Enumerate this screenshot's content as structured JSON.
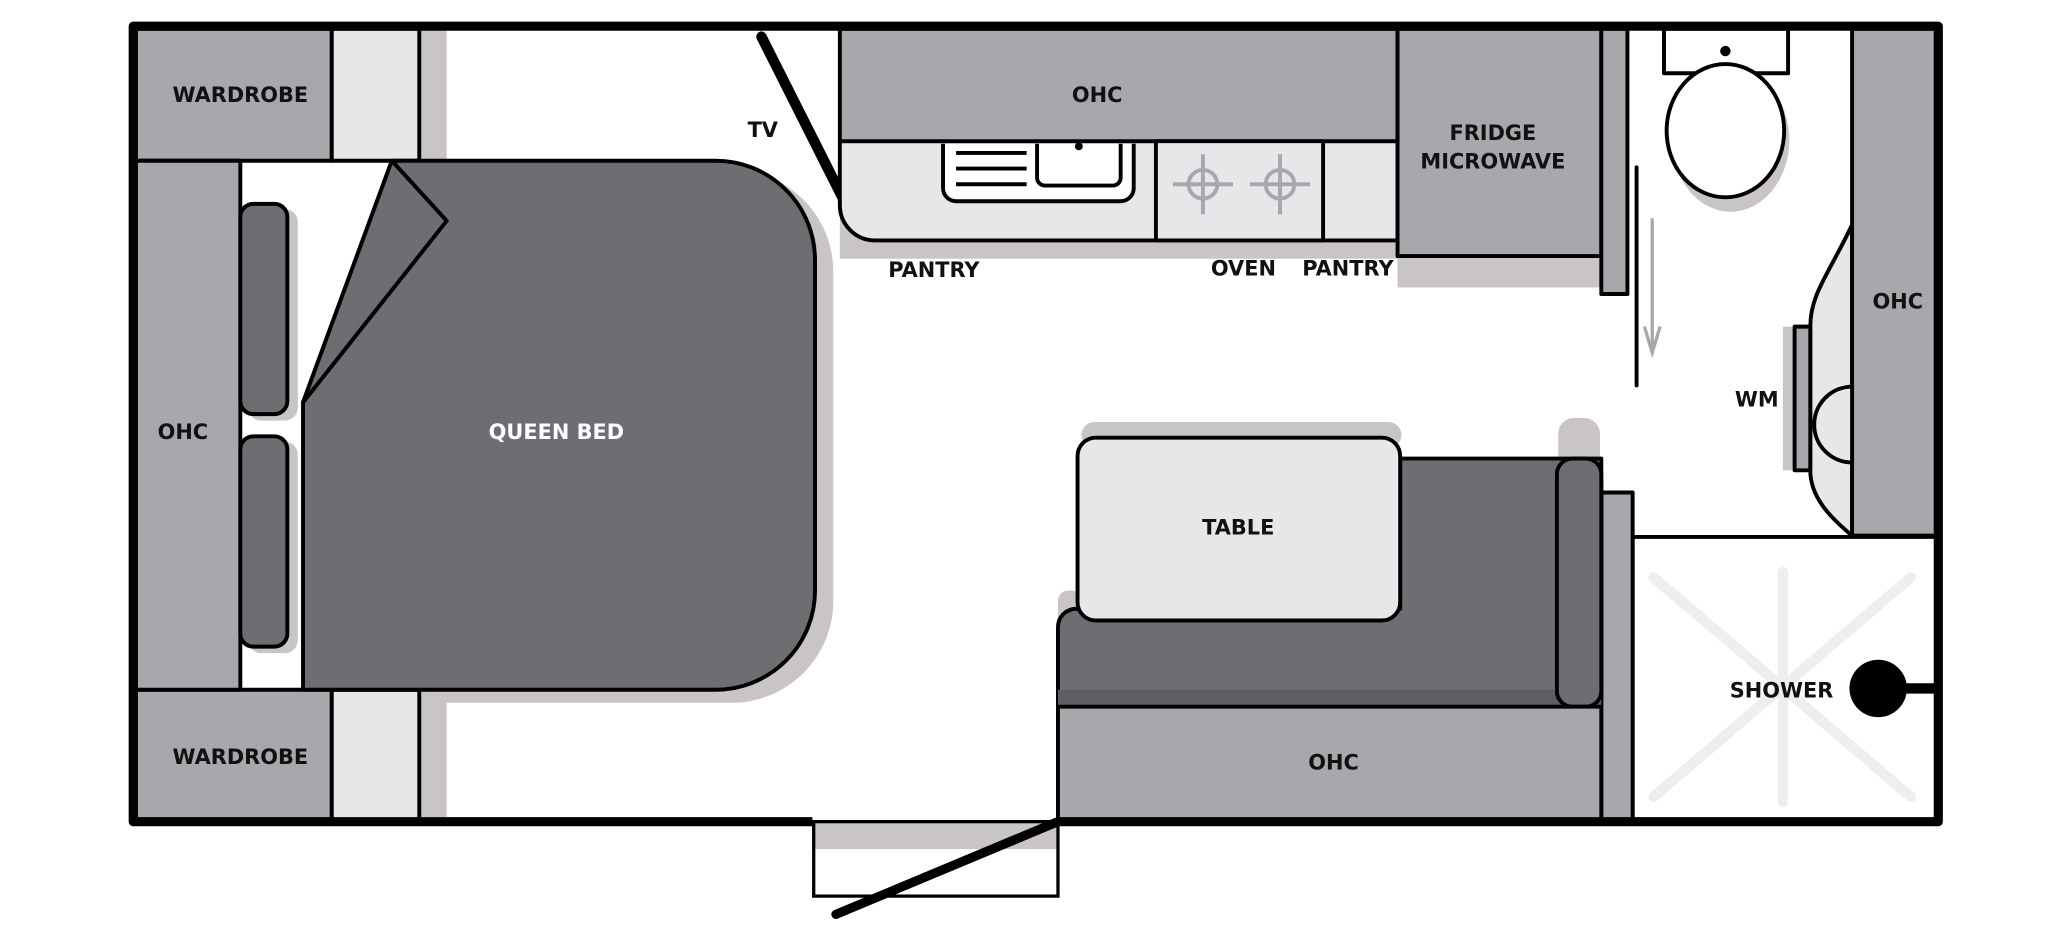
{
  "floorplan": {
    "labels": {
      "wardrobe_top": "WARDROBE",
      "wardrobe_bottom": "WARDROBE",
      "ohc_left": "OHC",
      "ohc_kitchen": "OHC",
      "ohc_right": "OHC",
      "ohc_dinette": "OHC",
      "tv": "TV",
      "queen_bed": "QUEEN BED",
      "pantry_left": "PANTRY",
      "oven": "OVEN",
      "pantry_right": "PANTRY",
      "fridge": "FRIDGE",
      "microwave": "MICROWAVE",
      "wm": "WM",
      "table": "TABLE",
      "shower": "SHOWER"
    },
    "colors": {
      "cabinet": "#a7a8ab",
      "furniture_dark": "#6d6e71",
      "light": "#e6e7e9",
      "shadow": "#c8c5c4",
      "wall": "#000000"
    }
  }
}
